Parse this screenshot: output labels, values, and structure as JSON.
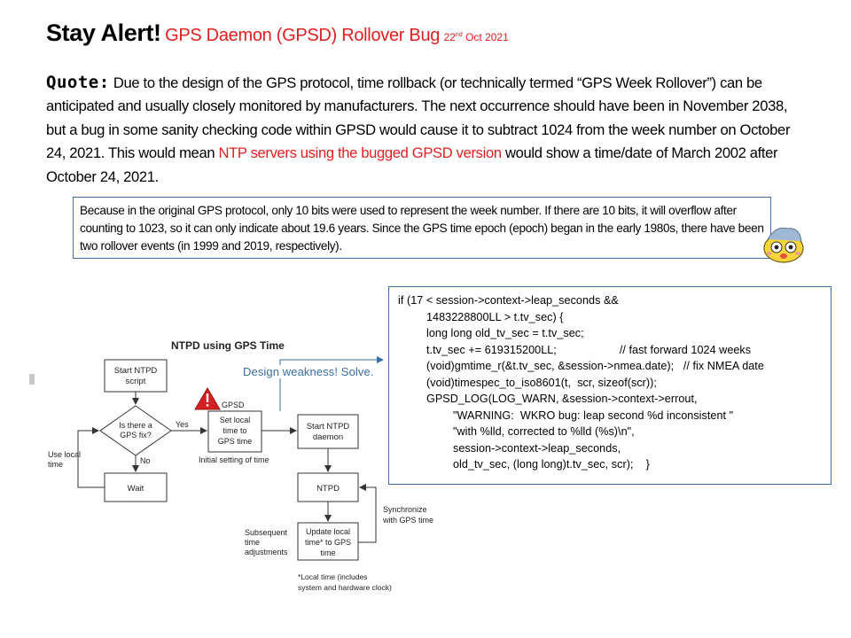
{
  "title": {
    "main": "Stay Alert!",
    "sub": "GPS Daemon (GPSD) Rollover Bug",
    "date_day": "22",
    "date_suffix": "nd",
    "date_rest": "Oct 2021"
  },
  "quote": {
    "label": "Quote:",
    "text_part1": "Due to the design of the GPS protocol, time rollback (or technically termed “GPS Week Rollover”) can be anticipated and usually closely monitored by manufacturers. The next occurrence should have been in November 2038, but a bug in some sanity checking code within GPSD  would cause it to subtract 1024 from the week number on October 24, 2021. This would mean",
    "text_red": "NTP servers using the bugged GPSD  version",
    "text_part2": "would show a time/date of March 2002 after October 24, 2021."
  },
  "note": {
    "text": "Because in the original GPS protocol, only 10 bits were used to represent the week number. If there are 10 bits, it will overflow after counting to 1023, so it can only indicate about 19.6 years. Since the GPS time epoch (epoch) began in the early 1980s, there have been two rollover events (in 1999 and 2019, respectively)."
  },
  "flowchart": {
    "title": "NTPD using GPS Time",
    "start_script_1": "Start NTPD",
    "start_script_2": "script",
    "decision_1": "Is there a",
    "decision_2": "GPS fix?",
    "yes_label": "Yes",
    "no_label": "No",
    "wait": "Wait",
    "use_local_1": "Use local",
    "use_local_2": "time",
    "gpsd_label": "GPSD",
    "set_local_1": "Set local",
    "set_local_2": "time  to",
    "set_local_3": "GPS time",
    "initial_setting": "Initial setting of time",
    "start_daemon_1": "Start NTPD",
    "start_daemon_2": "daemon",
    "ntpd": "NTPD",
    "sync_1": "Synchronize",
    "sync_2": "with GPS time",
    "update_1": "Update local",
    "update_2": "time*  to GPS",
    "update_3": "time",
    "subsequent_1": "Subsequent",
    "subsequent_2": "time",
    "subsequent_3": "adjustments",
    "footnote_1": "*Local time (includes",
    "footnote_2": "system and hardware clock)"
  },
  "annotation": {
    "weakness": "Design weakness! Solve."
  },
  "code": {
    "lines": [
      "if (17 < session->context->leap_seconds &&",
      "1483228800LL > t.tv_sec) {",
      "long long old_tv_sec = t.tv_sec;",
      "t.tv_sec += 619315200LL;                    // fast forward 1024 weeks",
      "(void)gmtime_r(&t.tv_sec, &session->nmea.date);   // fix NMEA date",
      "(void)timespec_to_iso8601(t,  scr, sizeof(scr));",
      "GPSD_LOG(LOG_WARN, &session->context->errout,",
      "\"WARNING:  WKRO bug: leap second %d inconsistent \"",
      "\"with %lld, corrected to %lld (%s)\\n\",",
      "session->context->leap_seconds,",
      "old_tv_sec, (long long)t.tv_sec, scr);    }"
    ]
  },
  "colors": {
    "accent_red": "#e02020",
    "box_border": "#3a6ea5",
    "annotation_blue": "#3a6ea5",
    "warning_red": "#d42020"
  },
  "icons": {
    "warning": "warning-triangle-icon",
    "mascot": "mascot-icon"
  }
}
